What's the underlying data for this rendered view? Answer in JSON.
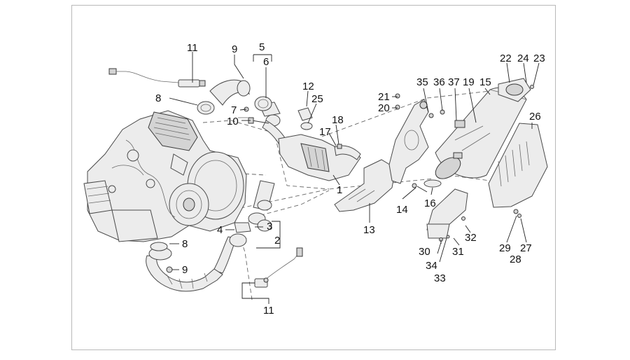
{
  "callouts": [
    {
      "id": "c11a",
      "text": "11"
    },
    {
      "id": "c9a",
      "text": "9"
    },
    {
      "id": "c5",
      "text": "5"
    },
    {
      "id": "c6",
      "text": "6"
    },
    {
      "id": "c8a",
      "text": "8"
    },
    {
      "id": "c7",
      "text": "7"
    },
    {
      "id": "c10",
      "text": "10"
    },
    {
      "id": "c12",
      "text": "12"
    },
    {
      "id": "c25",
      "text": "25"
    },
    {
      "id": "c18",
      "text": "18"
    },
    {
      "id": "c17",
      "text": "17"
    },
    {
      "id": "c1",
      "text": "1"
    },
    {
      "id": "c21",
      "text": "21"
    },
    {
      "id": "c20",
      "text": "20"
    },
    {
      "id": "c35",
      "text": "35"
    },
    {
      "id": "c36",
      "text": "36"
    },
    {
      "id": "c37",
      "text": "37"
    },
    {
      "id": "c19",
      "text": "19"
    },
    {
      "id": "c15",
      "text": "15"
    },
    {
      "id": "c22",
      "text": "22"
    },
    {
      "id": "c24",
      "text": "24"
    },
    {
      "id": "c23",
      "text": "23"
    },
    {
      "id": "c26",
      "text": "26"
    },
    {
      "id": "c14",
      "text": "14"
    },
    {
      "id": "c16",
      "text": "16"
    },
    {
      "id": "c13",
      "text": "13"
    },
    {
      "id": "c4",
      "text": "4"
    },
    {
      "id": "c3",
      "text": "3"
    },
    {
      "id": "c2",
      "text": "2"
    },
    {
      "id": "c8b",
      "text": "8"
    },
    {
      "id": "c9b",
      "text": "9"
    },
    {
      "id": "c11b",
      "text": "11"
    },
    {
      "id": "c32",
      "text": "32"
    },
    {
      "id": "c30",
      "text": "30"
    },
    {
      "id": "c31",
      "text": "31"
    },
    {
      "id": "c34",
      "text": "34"
    },
    {
      "id": "c33",
      "text": "33"
    },
    {
      "id": "c29",
      "text": "29"
    },
    {
      "id": "c27",
      "text": "27"
    },
    {
      "id": "c28",
      "text": "28"
    }
  ],
  "colors": {
    "line": "#4a4a4a",
    "fill": "#ececec",
    "frame": "#b9b9b9"
  }
}
